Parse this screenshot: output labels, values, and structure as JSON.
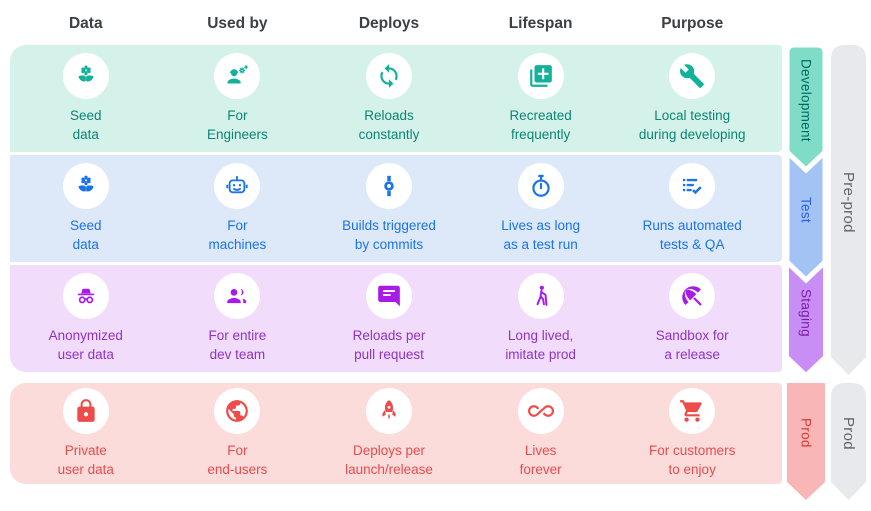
{
  "columns": [
    "Data",
    "Used by",
    "Deploys",
    "Lifespan",
    "Purpose"
  ],
  "rows": [
    {
      "env": "Development",
      "colors": {
        "band_bg": "#d5f2ea",
        "text": "#0b8573",
        "icon": "#12b199",
        "ribbon_fill": "#7fdcc7",
        "ribbon_text": "#00695b"
      },
      "cells": [
        {
          "icon": "seed-icon",
          "label": "Seed\ndata"
        },
        {
          "icon": "engineer-icon",
          "label": "For\nEngineers"
        },
        {
          "icon": "sync-icon",
          "label": "Reloads\nconstantly"
        },
        {
          "icon": "library-add-icon",
          "label": "Recreated\nfrequently"
        },
        {
          "icon": "wrench-icon",
          "label": "Local testing\nduring developing"
        }
      ]
    },
    {
      "env": "Test",
      "colors": {
        "band_bg": "#dde8f9",
        "text": "#1a73e8",
        "icon": "#1a73e8",
        "ribbon_fill": "#a2c3f4",
        "ribbon_text": "#2b5de8"
      },
      "cells": [
        {
          "icon": "seed-icon",
          "label": "Seed\ndata"
        },
        {
          "icon": "robot-icon",
          "label": "For\nmachines"
        },
        {
          "icon": "commit-icon",
          "label": "Builds triggered\nby commits"
        },
        {
          "icon": "stopwatch-icon",
          "label": "Lives as long\nas a test run"
        },
        {
          "icon": "checklist-icon",
          "label": "Runs automated\ntests & QA"
        }
      ]
    },
    {
      "env": "Staging",
      "colors": {
        "band_bg": "#f1dcfb",
        "text": "#8f33c6",
        "icon": "#a81ae8",
        "ribbon_fill": "#c98df6",
        "ribbon_text": "#7b1fa2"
      },
      "cells": [
        {
          "icon": "incognito-icon",
          "label": "Anonymized\nuser data"
        },
        {
          "icon": "group-icon",
          "label": "For entire\ndev team"
        },
        {
          "icon": "chat-icon",
          "label": "Reloads per\npull request"
        },
        {
          "icon": "elderly-icon",
          "label": "Long lived,\nimitate prod"
        },
        {
          "icon": "umbrella-icon",
          "label": "Sandbox for\na release"
        }
      ]
    },
    {
      "env": "Prod",
      "colors": {
        "band_bg": "#fcdbdb",
        "text": "#e84c4c",
        "icon": "#ee4b4b",
        "ribbon_fill": "#f9b6b6",
        "ribbon_text": "#d23b32"
      },
      "cells": [
        {
          "icon": "lock-icon",
          "label": "Private\nuser data"
        },
        {
          "icon": "globe-icon",
          "label": "For\nend-users"
        },
        {
          "icon": "rocket-icon",
          "label": "Deploys per\nlaunch/release"
        },
        {
          "icon": "infinity-icon",
          "label": "Lives\nforever"
        },
        {
          "icon": "cart-icon",
          "label": "For customers\nto enjoy"
        }
      ]
    }
  ],
  "side": {
    "pre_prod_label": "Pre-prod",
    "prod_label": "Prod",
    "ribbon_fill": "#e8e9ec",
    "text_color": "#5f6368"
  }
}
